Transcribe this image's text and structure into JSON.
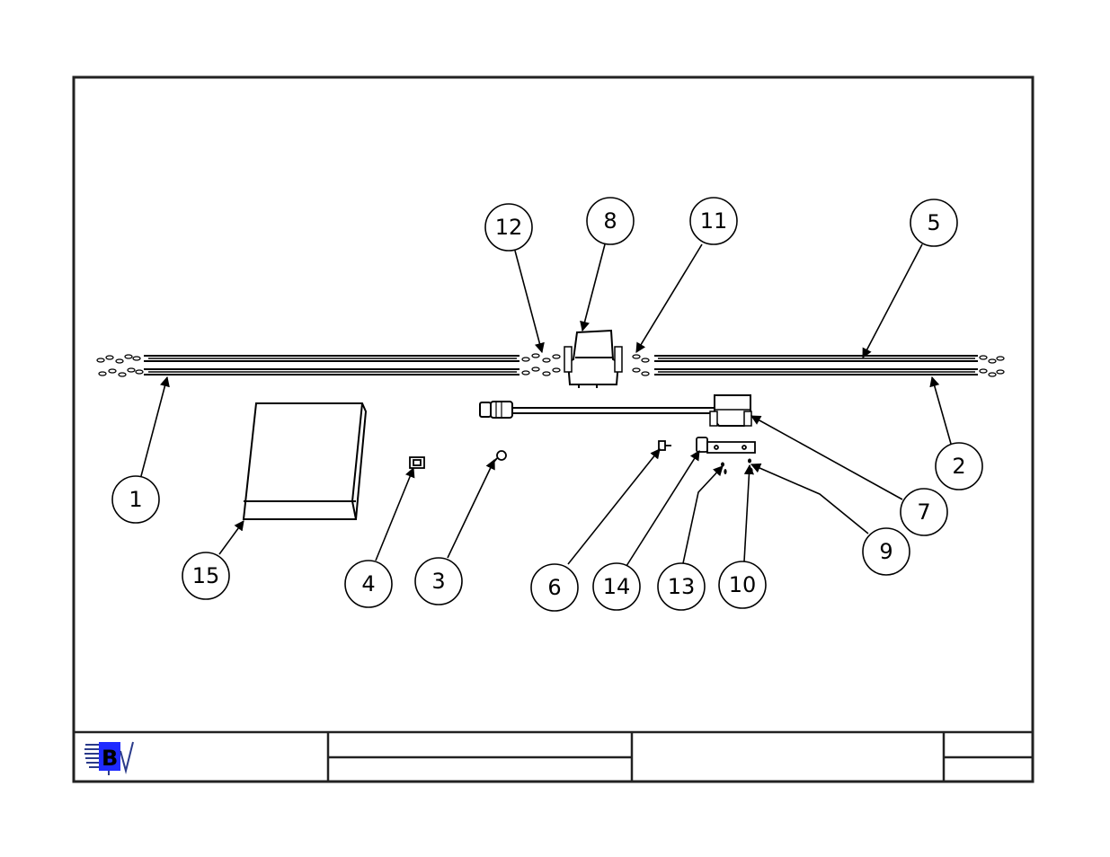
{
  "diagram": {
    "callouts": [
      "1",
      "2",
      "3",
      "4",
      "5",
      "6",
      "7",
      "8",
      "9",
      "10",
      "11",
      "12",
      "13",
      "14",
      "15"
    ]
  },
  "title_block": {
    "logo_letter": "B",
    "logo_color": "#1f2bff",
    "cells": [
      "",
      "",
      "",
      "",
      ""
    ]
  }
}
